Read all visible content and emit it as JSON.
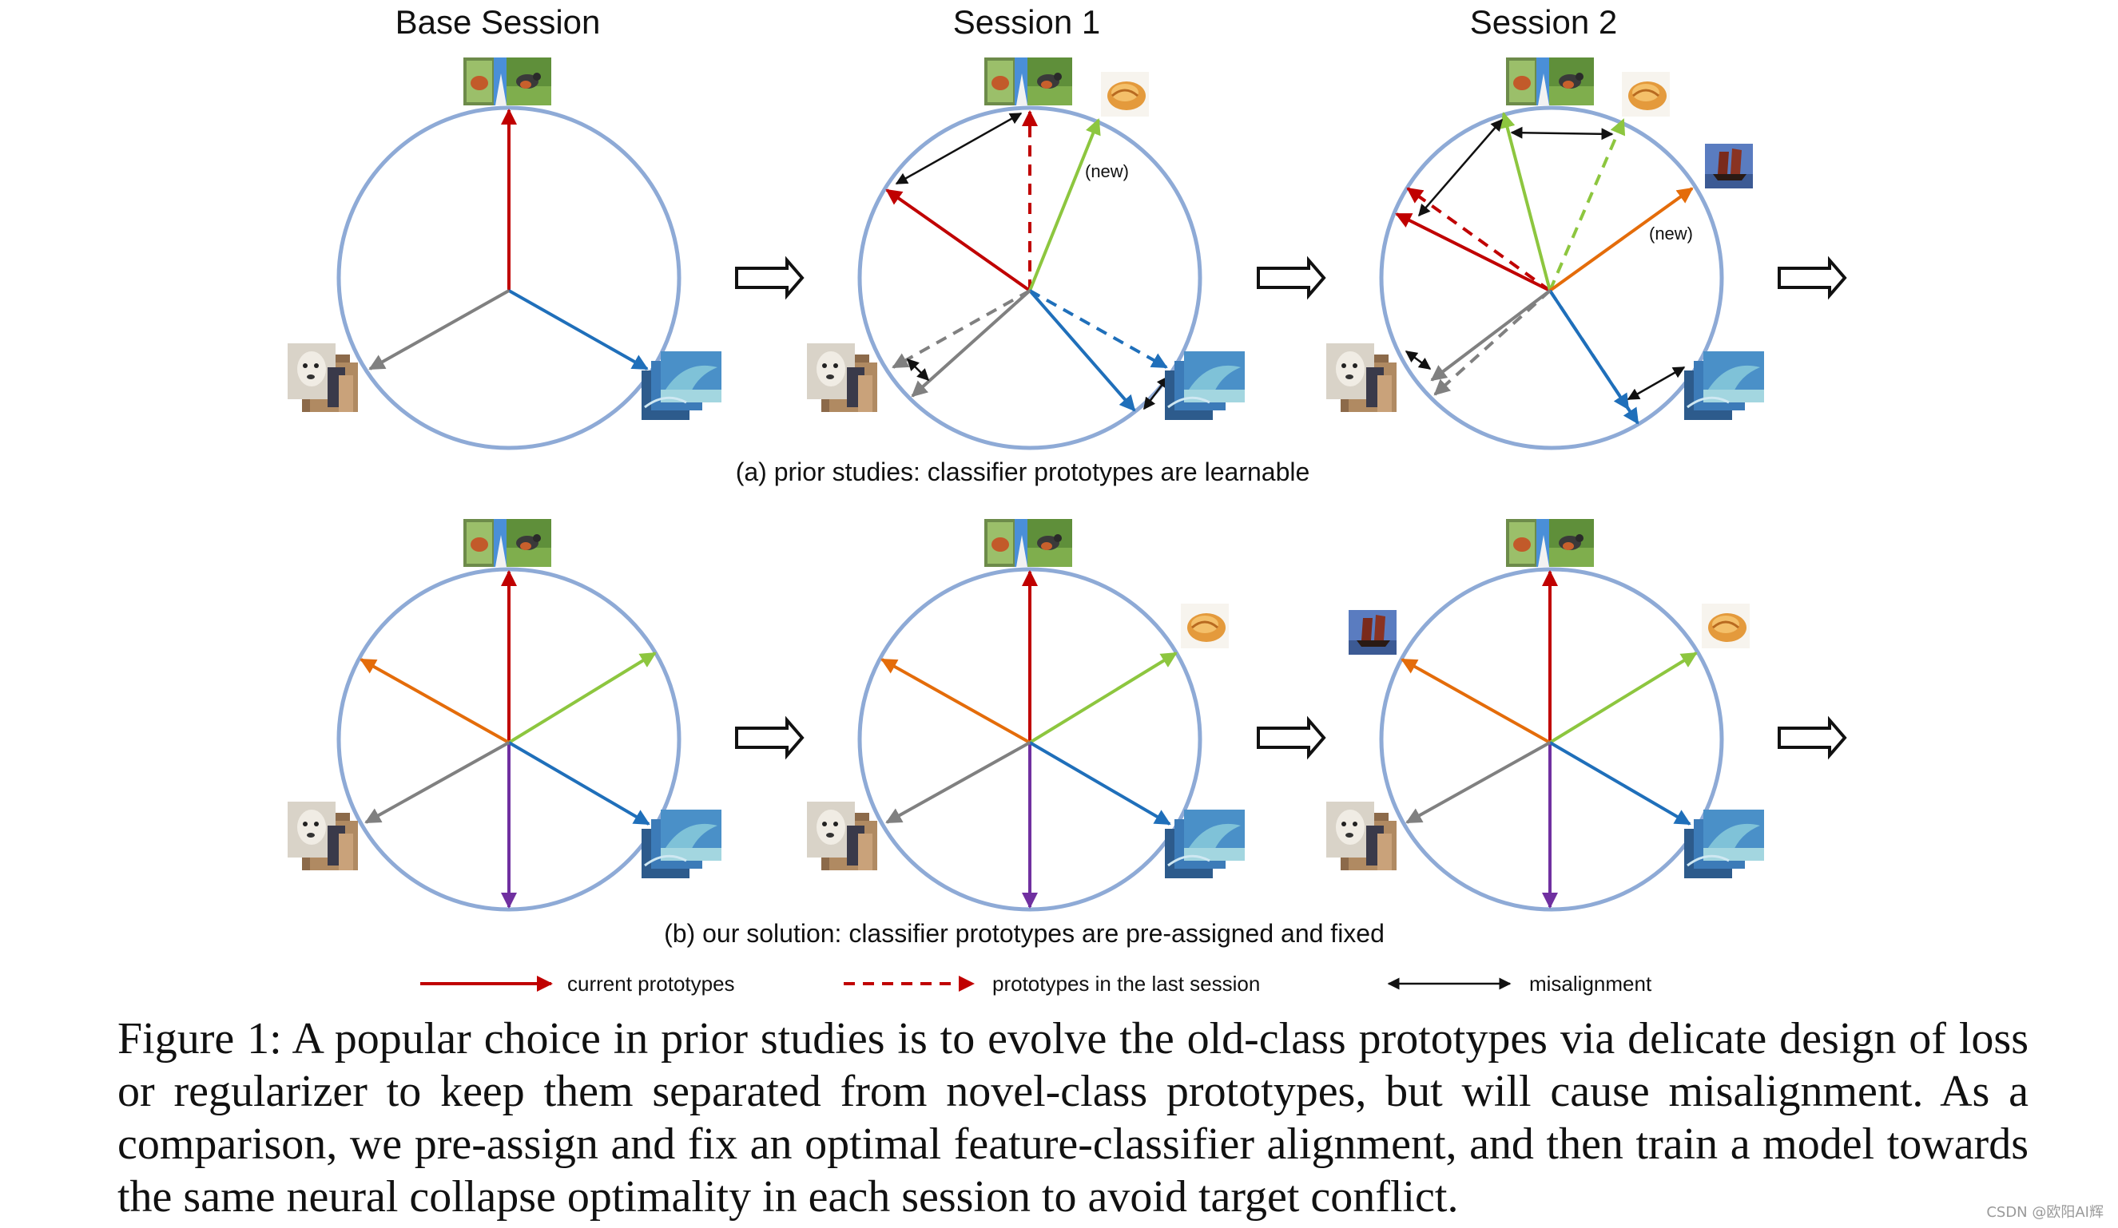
{
  "session_titles": [
    "Base Session",
    "Session 1",
    "Session 2"
  ],
  "row_captions": {
    "a": "(a) prior studies: classifier prototypes are learnable",
    "b": "(b) our solution: classifier prototypes are pre-assigned and fixed"
  },
  "new_label": "(new)",
  "legend": {
    "current": "current prototypes",
    "last": "prototypes in the last session",
    "misalign": "misalignment"
  },
  "caption": "Figure 1: A popular choice in prior studies is to evolve the old-class prototypes via delicate design of loss or regularizer to keep them separated from novel-class prototypes, but will cause misalignment. As a comparison, we pre-assign and fix an optimal feature-classifier alignment, and then train a model towards the same neural collapse optimality in each session to avoid target conflict.",
  "watermark": "CSDN @欧阳AI辉",
  "colors": {
    "circle": "#8eaad6",
    "red": "#c00000",
    "blue": "#1f6fba",
    "gray": "#808080",
    "green": "#8dc63f",
    "orange": "#e46c0a",
    "purple": "#7030a0",
    "black": "#111111"
  },
  "thumbnails": {
    "bird": "bird-photo-icon",
    "dog": "dog-photo-icon",
    "dolphin": "dolphin-photo-icon",
    "bread": "bread-photo-icon",
    "boat": "boat-photo-icon"
  }
}
